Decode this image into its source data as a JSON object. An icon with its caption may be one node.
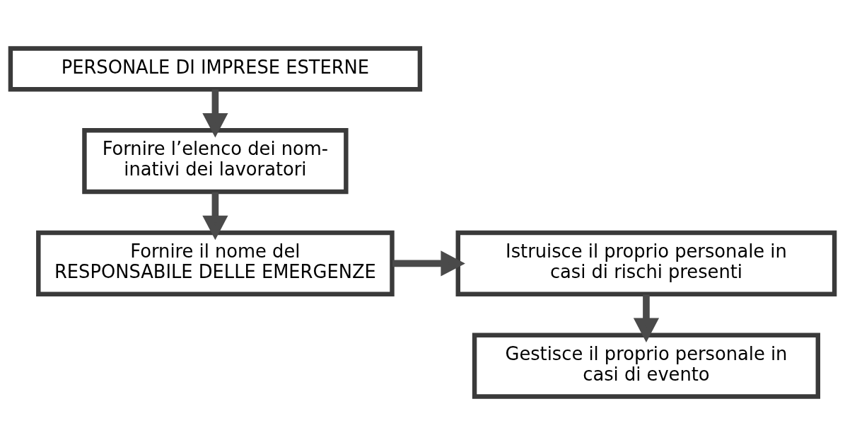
{
  "diagram": {
    "nodes": [
      {
        "text": [
          "PERSONALE DI IMPRESE ESTERNE"
        ]
      },
      {
        "text": [
          "Fornire l’elenco dei nom- inativi dei lavoratori"
        ]
      },
      {
        "text": [
          "Fornire il nome del RESPONSABILE DELLE EMERGENZE"
        ]
      },
      {
        "text": [
          "Istruisce il proprio personale in casi di rischi presenti"
        ]
      },
      {
        "text": [
          "Gestisce il proprio personale in casi di evento"
        ]
      }
    ],
    "edges": [
      {
        "from": 0,
        "to": 1,
        "arrow": "to"
      },
      {
        "from": 1,
        "to": 2,
        "arrow": "to"
      },
      {
        "from": 2,
        "to": 3,
        "arrow": "to"
      },
      {
        "from": 3,
        "to": 4,
        "arrow": "to"
      }
    ]
  }
}
